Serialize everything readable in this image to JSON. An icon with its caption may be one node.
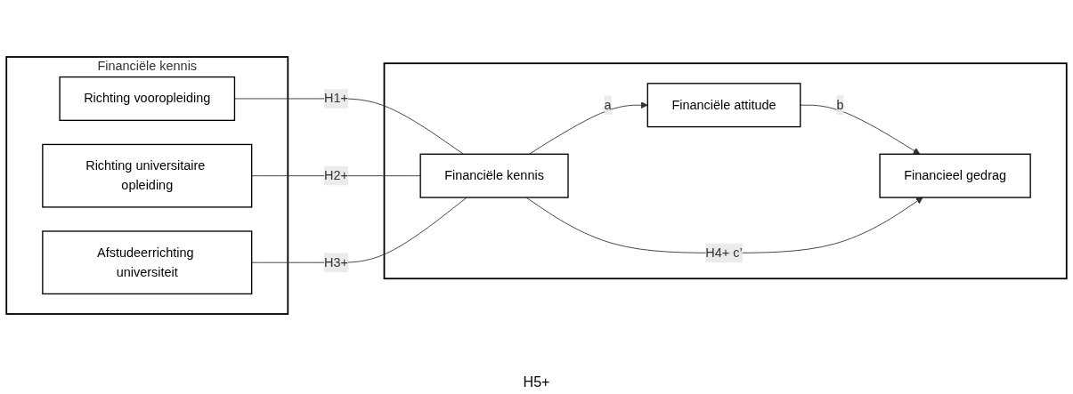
{
  "diagram": {
    "nodes": [
      {
        "text": [
          "Financiële kennis"
        ]
      },
      {
        "text": [
          "Richting vooropleiding"
        ],
        "in": 0
      },
      {
        "text": [
          "Richting universitaire opleiding"
        ],
        "in": 0
      },
      {
        "text": [
          "Afstudeerrichting universiteit"
        ],
        "in": 0
      },
      {
        "text": [],
        "shape": "box"
      },
      {
        "text": [
          "Financiële kennis"
        ],
        "in": 4
      },
      {
        "text": [
          "Financiële attitude"
        ],
        "in": 4
      },
      {
        "text": [
          "Financieel gedrag"
        ],
        "in": 4
      }
    ],
    "edges": [
      {
        "from": 1,
        "to": 5,
        "arrow": "none",
        "label": "H1+"
      },
      {
        "from": 2,
        "to": 5,
        "arrow": "none",
        "label": "H2+"
      },
      {
        "from": 3,
        "to": 5,
        "arrow": "none",
        "label": "H3+"
      },
      {
        "from": 5,
        "to": 6,
        "arrow": "to",
        "label": "a"
      },
      {
        "from": 6,
        "to": 7,
        "arrow": "to",
        "label": "b"
      },
      {
        "from": 5,
        "to": 7,
        "arrow": "to",
        "label": "H4+ c’"
      }
    ],
    "labels": [
      "H5+"
    ]
  }
}
